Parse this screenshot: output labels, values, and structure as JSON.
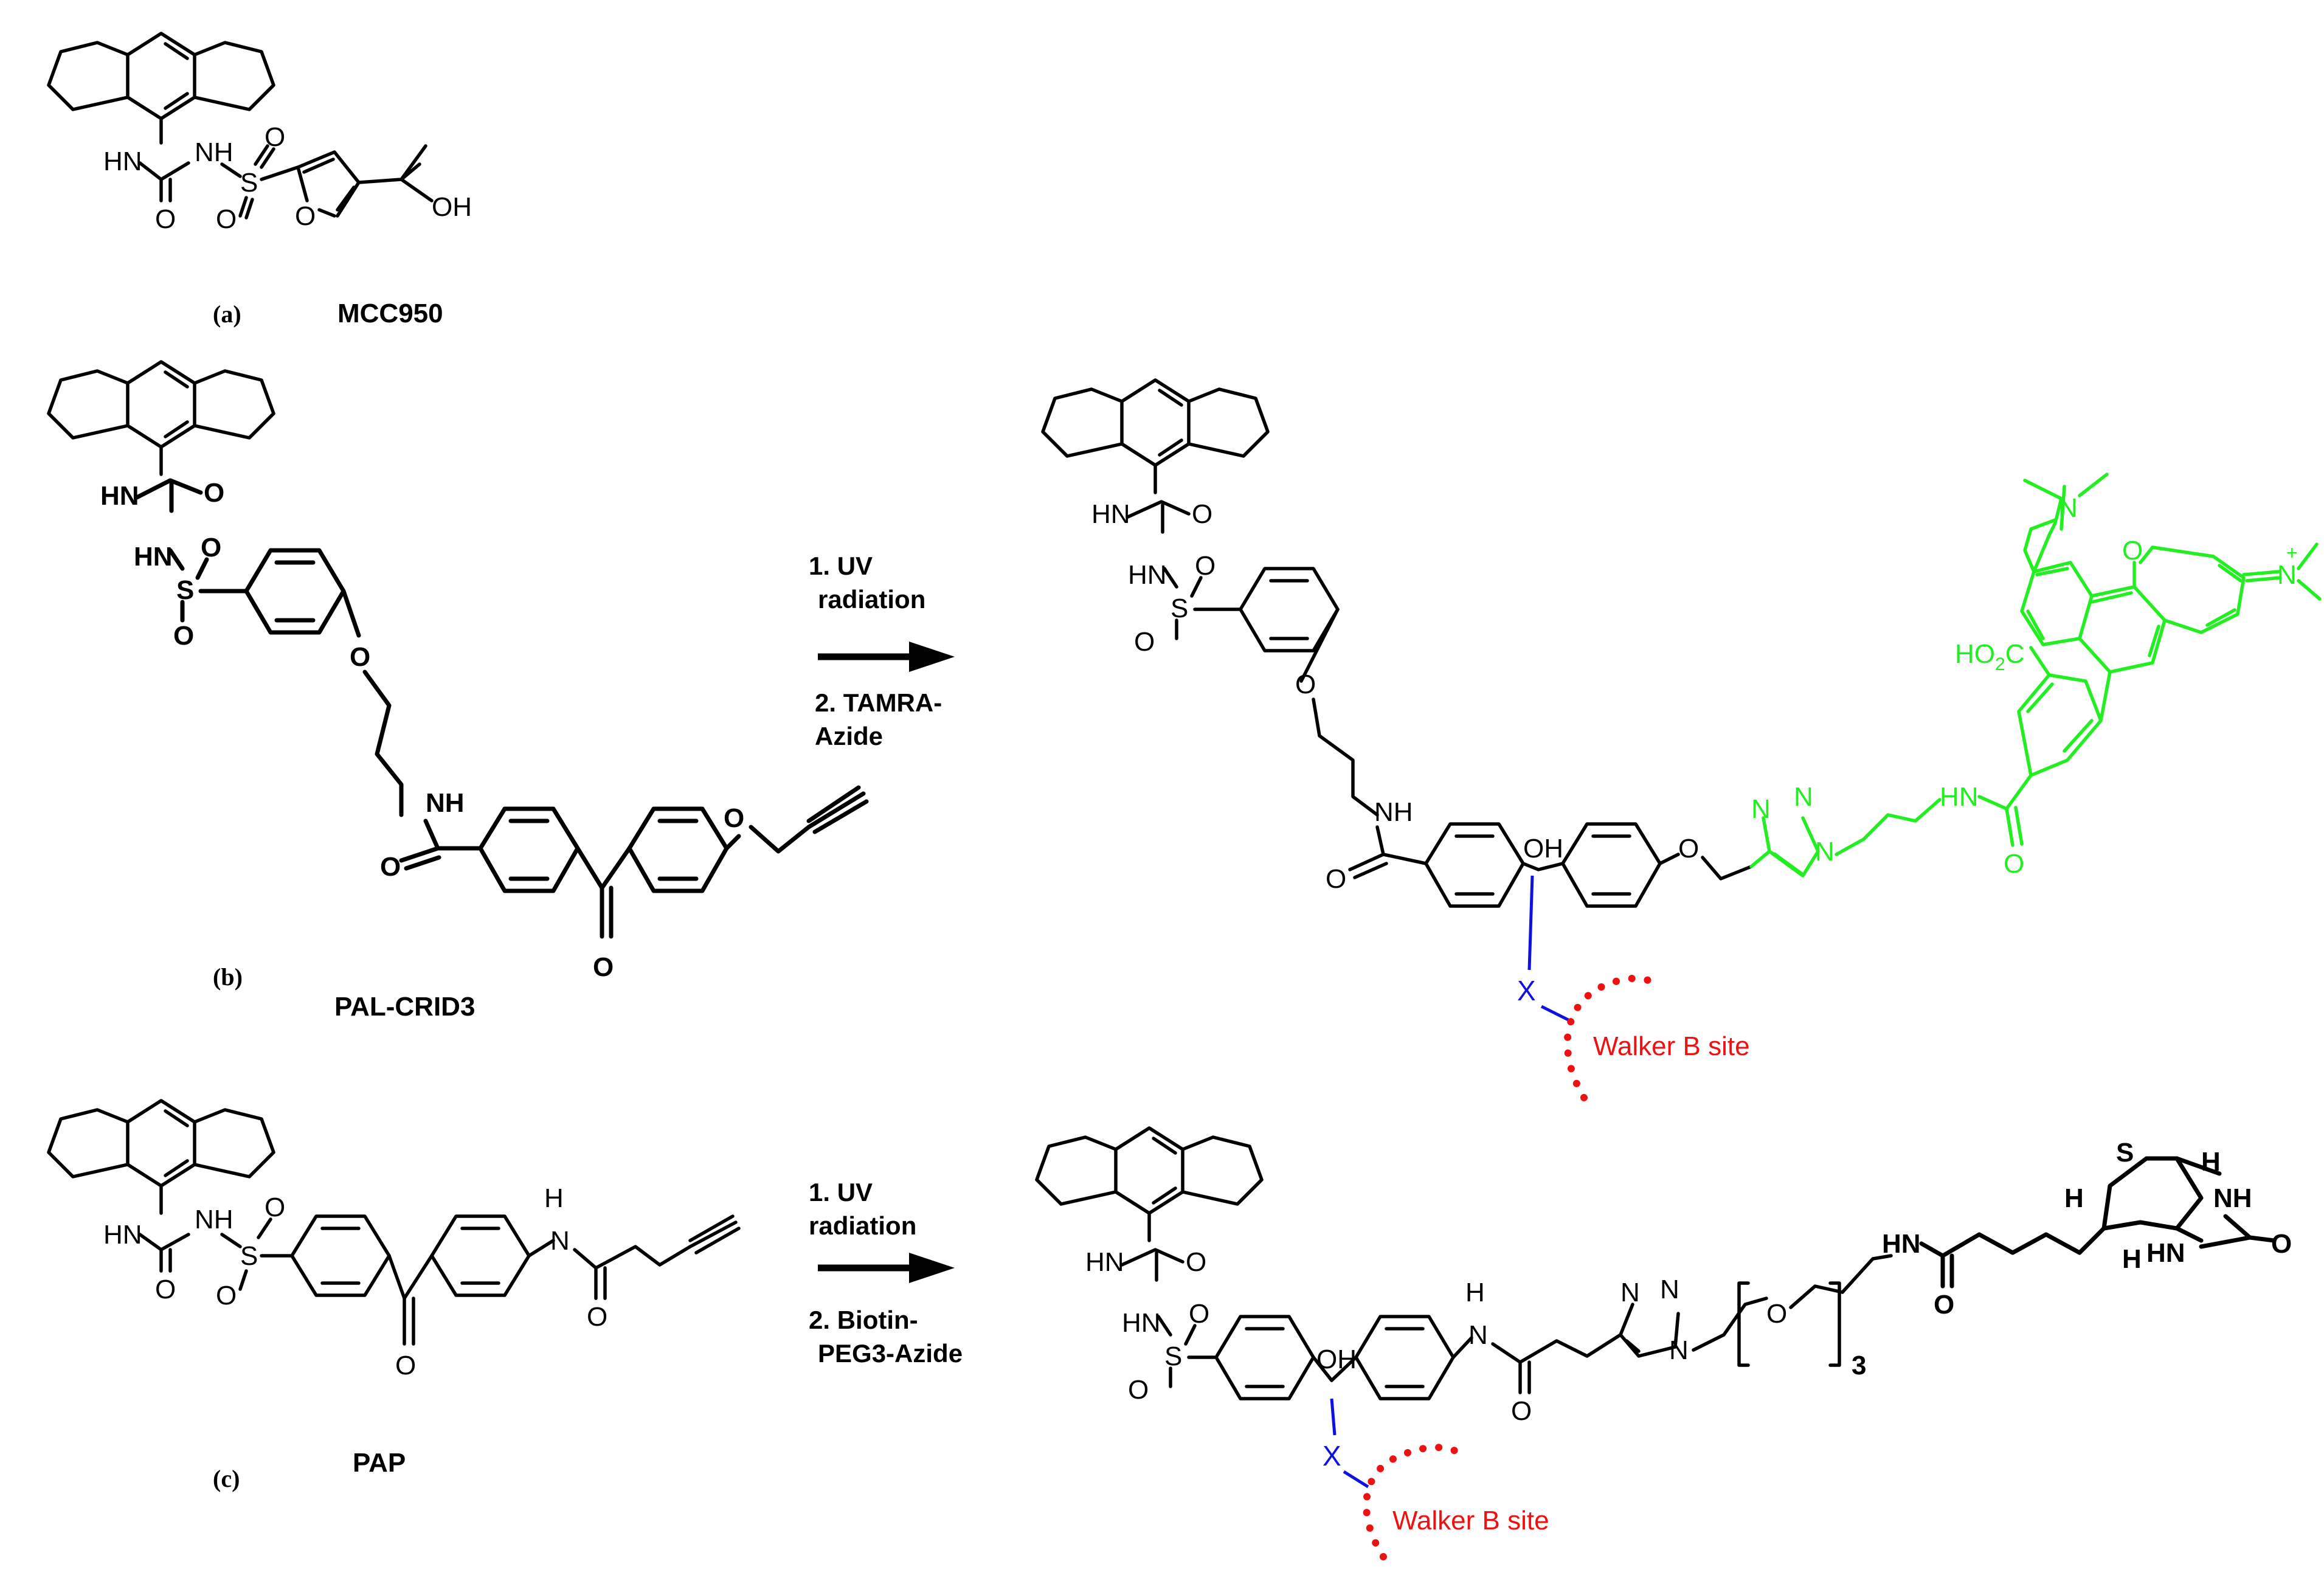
{
  "panel_a": {
    "letter": "(a)",
    "compound": "MCC950",
    "atoms": {
      "nh1": "HN",
      "nh2": "NH",
      "o_carbonyl": "O",
      "s": "S",
      "o1": "O",
      "o2": "O",
      "o_furan": "O",
      "oh": "OH"
    }
  },
  "panel_b": {
    "letter": "(b)",
    "compound": "PAL-CRID3",
    "atoms": {
      "nh1": "HN",
      "o_carbonyl": "O",
      "nh2": "HN",
      "s": "S",
      "o1": "O",
      "o2": "O",
      "o_ether": "O",
      "nh_amide": "NH",
      "o_amide": "O",
      "o_ketone": "O",
      "o_propargyl": "O"
    },
    "step1": "1. UV",
    "step1b": "radiation",
    "step2": "2. TAMRA-",
    "step2b": "Azide",
    "product_atoms": {
      "nh1": "HN",
      "o_carbonyl": "O",
      "nh2": "HN",
      "s": "S",
      "o1": "O",
      "o2": "O",
      "o_ether": "O",
      "nh_amide": "NH",
      "o_amide": "O",
      "oh": "OH",
      "o_ether2": "O",
      "x": "X"
    },
    "tamra_atoms": {
      "n_dim1": "N",
      "o_xanthene": "O",
      "n_plus": "N",
      "plus": "+",
      "ho2c": "HO",
      "ho2c_sub": "2",
      "ho2c_c": "C",
      "n1": "N",
      "n2": "N",
      "n3": "N",
      "hn": "HN",
      "o_amide": "O"
    },
    "site_label": "Walker B site"
  },
  "panel_c": {
    "letter": "(c)",
    "compound": "PAP",
    "atoms": {
      "nh1": "HN",
      "nh2": "NH",
      "o_carbonyl": "O",
      "s": "S",
      "o1": "O",
      "o2": "O",
      "o_ketone": "O",
      "h": "H",
      "n_amide": "N",
      "o_amide": "O"
    },
    "step1": "1. UV",
    "step1b": "radiation",
    "step2": "2. Biotin-",
    "step2b": "PEG3-Azide",
    "product_atoms": {
      "nh1": "HN",
      "o_carbonyl": "O",
      "nh2": "HN",
      "s": "S",
      "o1": "O",
      "o2": "O",
      "oh": "OH",
      "h": "H",
      "n_amide": "N",
      "o_amide": "O",
      "n1": "N",
      "n2": "N",
      "n3": "N",
      "o_peg": "O",
      "repeat": "3",
      "hn_biotin": "HN",
      "o_biotin_amide": "O",
      "s_biotin": "S",
      "h1": "H",
      "h2": "H",
      "h3": "H",
      "nh_b1": "NH",
      "nh_b2": "HN",
      "o_urea": "O",
      "x": "X"
    },
    "site_label": "Walker B site"
  },
  "colors": {
    "tamra": "#22ee22",
    "site": "#ee1111",
    "linker": "#1010e0",
    "ink": "#000000"
  }
}
